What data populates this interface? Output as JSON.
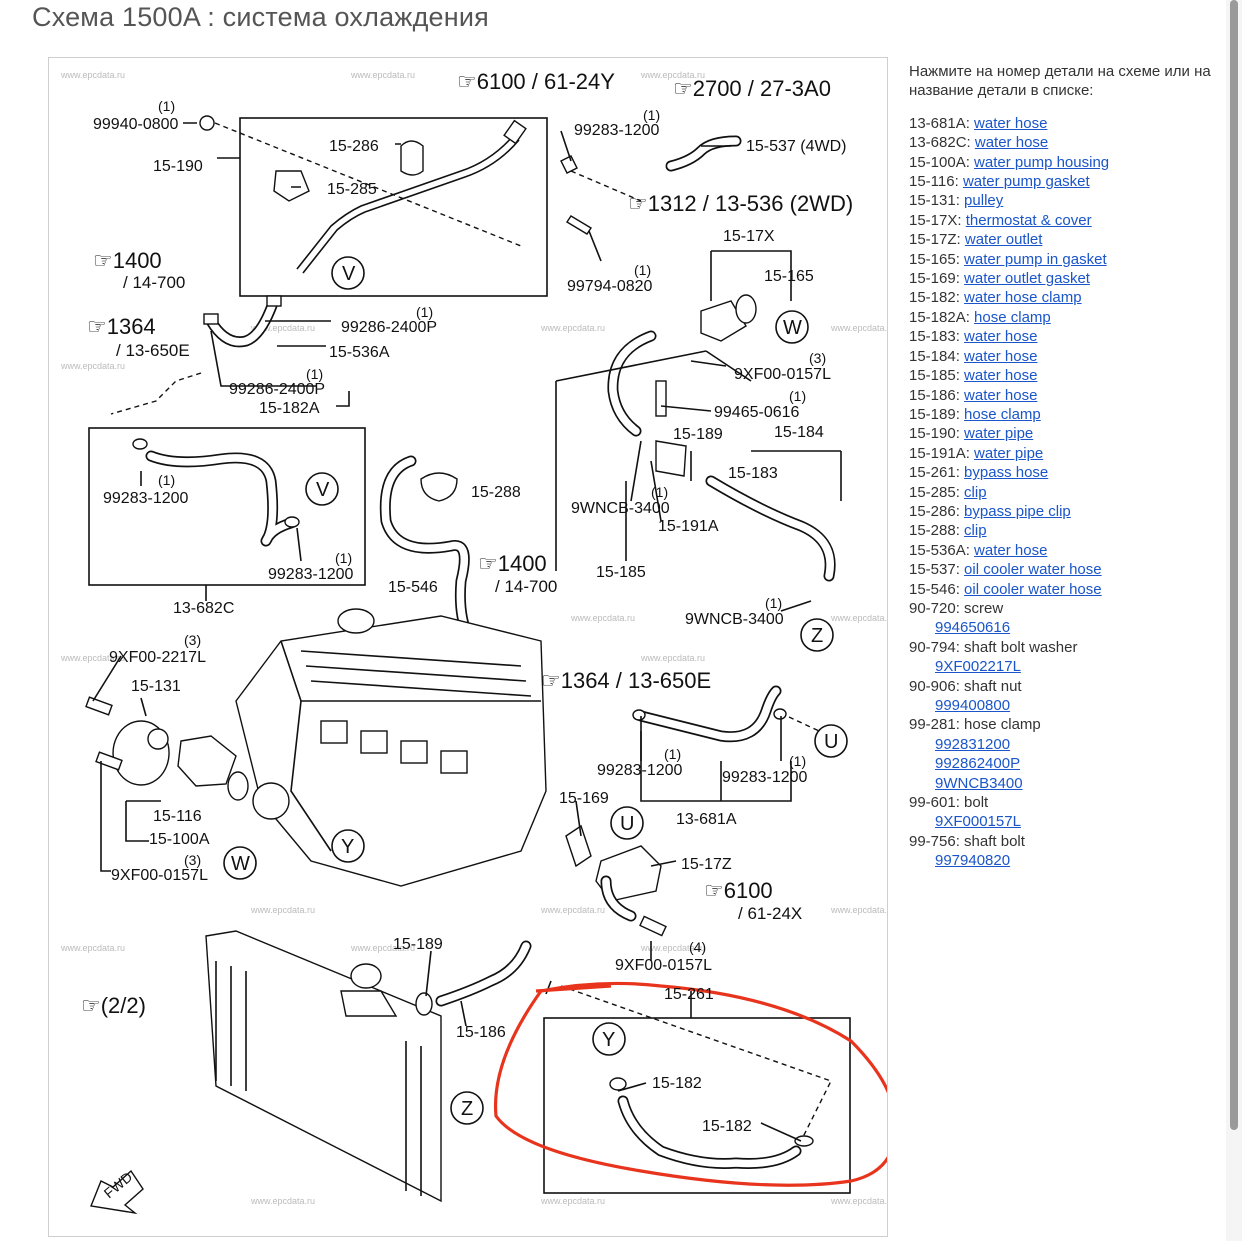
{
  "title": "Схема 1500A : система охлаждения",
  "watermark": "www.epcdata.ru",
  "diagram": {
    "refs": {
      "r6100_top": "☞6100 / 61-24Y",
      "r2700": "☞2700 / 27-3A0",
      "r1312": "☞1312 / 13-536 (2WD)",
      "r1400_top": "☞1400",
      "r1400_top_sub": "/ 14-700",
      "r1364_top": "☞1364",
      "r1364_top_sub": "/ 13-650E",
      "r1400_mid": "☞1400",
      "r1400_mid_sub": "/ 14-700",
      "r1364_mid": "☞1364 / 13-650E",
      "r6100_bot": "☞6100",
      "r6100_bot_sub": "/ 61-24X",
      "r22": "☞(2/2)"
    },
    "labels": {
      "p99940_0800": "99940-0800",
      "q1_a": "(1)",
      "p15_190": "15-190",
      "p15_286": "15-286",
      "p15_285": "15-285",
      "p99283_1200_a": "99283-1200",
      "q1_b": "(1)",
      "p15_537": "15-537 (4WD)",
      "p99794_0820": "99794-0820",
      "q1_c": "(1)",
      "p99286_2400P_a": "99286-2400P",
      "q1_d": "(1)",
      "p15_536A": "15-536A",
      "p99286_2400P_b": "99286-2400P",
      "q1_e": "(1)",
      "p15_182A": "15-182A",
      "p15_17X": "15-17X",
      "p15_165": "15-165",
      "p9XF00_0157L_a": "9XF00-0157L",
      "q3_a": "(3)",
      "p99465_0616": "99465-0616",
      "q1_f": "(1)",
      "p15_189_a": "15-189",
      "p15_184": "15-184",
      "p15_183": "15-183",
      "p9WNCB_3400_a": "9WNCB-3400",
      "q1_g": "(1)",
      "p15_191A": "15-191A",
      "p15_185": "15-185",
      "p9WNCB_3400_b": "9WNCB-3400",
      "q1_h": "(1)",
      "p99283_1200_b": "99283-1200",
      "q1_i": "(1)",
      "p99283_1200_c": "99283-1200",
      "q1_j": "(1)",
      "p13_682C": "13-682C",
      "p15_288": "15-288",
      "p15_546": "15-546",
      "p9XF00_2217L": "9XF00-2217L",
      "q3_b": "(3)",
      "p15_131": "15-131",
      "p15_116": "15-116",
      "p15_100A": "15-100A",
      "p9XF00_0157L_b": "9XF00-0157L",
      "q3_c": "(3)",
      "p99283_1200_d": "99283-1200",
      "q1_k": "(1)",
      "p99283_1200_e": "99283-1200",
      "q1_l": "(1)",
      "p13_681A": "13-681A",
      "p15_169": "15-169",
      "p15_17Z": "15-17Z",
      "p9XF00_0157L_c": "9XF00-0157L",
      "q4": "(4)",
      "p15_189_b": "15-189",
      "p15_186": "15-186",
      "p15_261": "15-261",
      "p15_182_a": "15-182",
      "p15_182_b": "15-182",
      "fwd": "FWD",
      "cV1": "V",
      "cV2": "V",
      "cW1": "W",
      "cW2": "W",
      "cZ1": "Z",
      "cZ2": "Z",
      "cU1": "U",
      "cU2": "U",
      "cY1": "Y",
      "cY2": "Y"
    },
    "highlight_color": "#e8341c"
  },
  "side": {
    "intro": "Нажмите на номер детали на схеме или на название детали в списке:",
    "parts": [
      {
        "code": "13-681A:",
        "name": "water hose"
      },
      {
        "code": "13-682C:",
        "name": "water hose"
      },
      {
        "code": "15-100A:",
        "name": "water pump housing"
      },
      {
        "code": "15-116:",
        "name": "water pump gasket"
      },
      {
        "code": "15-131:",
        "name": "pulley"
      },
      {
        "code": "15-17X:",
        "name": "thermostat & cover"
      },
      {
        "code": "15-17Z:",
        "name": "water outlet"
      },
      {
        "code": "15-165:",
        "name": "water pump in gasket"
      },
      {
        "code": "15-169:",
        "name": "water outlet gasket"
      },
      {
        "code": "15-182:",
        "name": "water hose clamp"
      },
      {
        "code": "15-182A:",
        "name": "hose clamp"
      },
      {
        "code": "15-183:",
        "name": "water hose"
      },
      {
        "code": "15-184:",
        "name": "water hose"
      },
      {
        "code": "15-185:",
        "name": "water hose"
      },
      {
        "code": "15-186:",
        "name": "water hose"
      },
      {
        "code": "15-189:",
        "name": "hose clamp"
      },
      {
        "code": "15-190:",
        "name": "water pipe"
      },
      {
        "code": "15-191A:",
        "name": "water pipe"
      },
      {
        "code": "15-261:",
        "name": "bypass hose"
      },
      {
        "code": "15-285:",
        "name": "clip"
      },
      {
        "code": "15-286:",
        "name": "bypass pipe clip"
      },
      {
        "code": "15-288:",
        "name": "clip"
      },
      {
        "code": "15-536A:",
        "name": "water hose"
      },
      {
        "code": "15-537:",
        "name": "oil cooler water hose"
      },
      {
        "code": "15-546:",
        "name": "oil cooler water hose"
      }
    ],
    "groups": [
      {
        "header": "90-720: screw",
        "items": [
          "994650616"
        ]
      },
      {
        "header": "90-794: shaft bolt washer",
        "items": [
          "9XF002217L"
        ]
      },
      {
        "header": "90-906: shaft nut",
        "items": [
          "999400800"
        ]
      },
      {
        "header": "99-281: hose clamp",
        "items": [
          "992831200",
          "992862400P",
          "9WNCB3400"
        ]
      },
      {
        "header": "99-601: bolt",
        "items": [
          "9XF000157L"
        ]
      },
      {
        "header": "99-756: shaft bolt",
        "items": [
          "997940820"
        ]
      }
    ]
  }
}
